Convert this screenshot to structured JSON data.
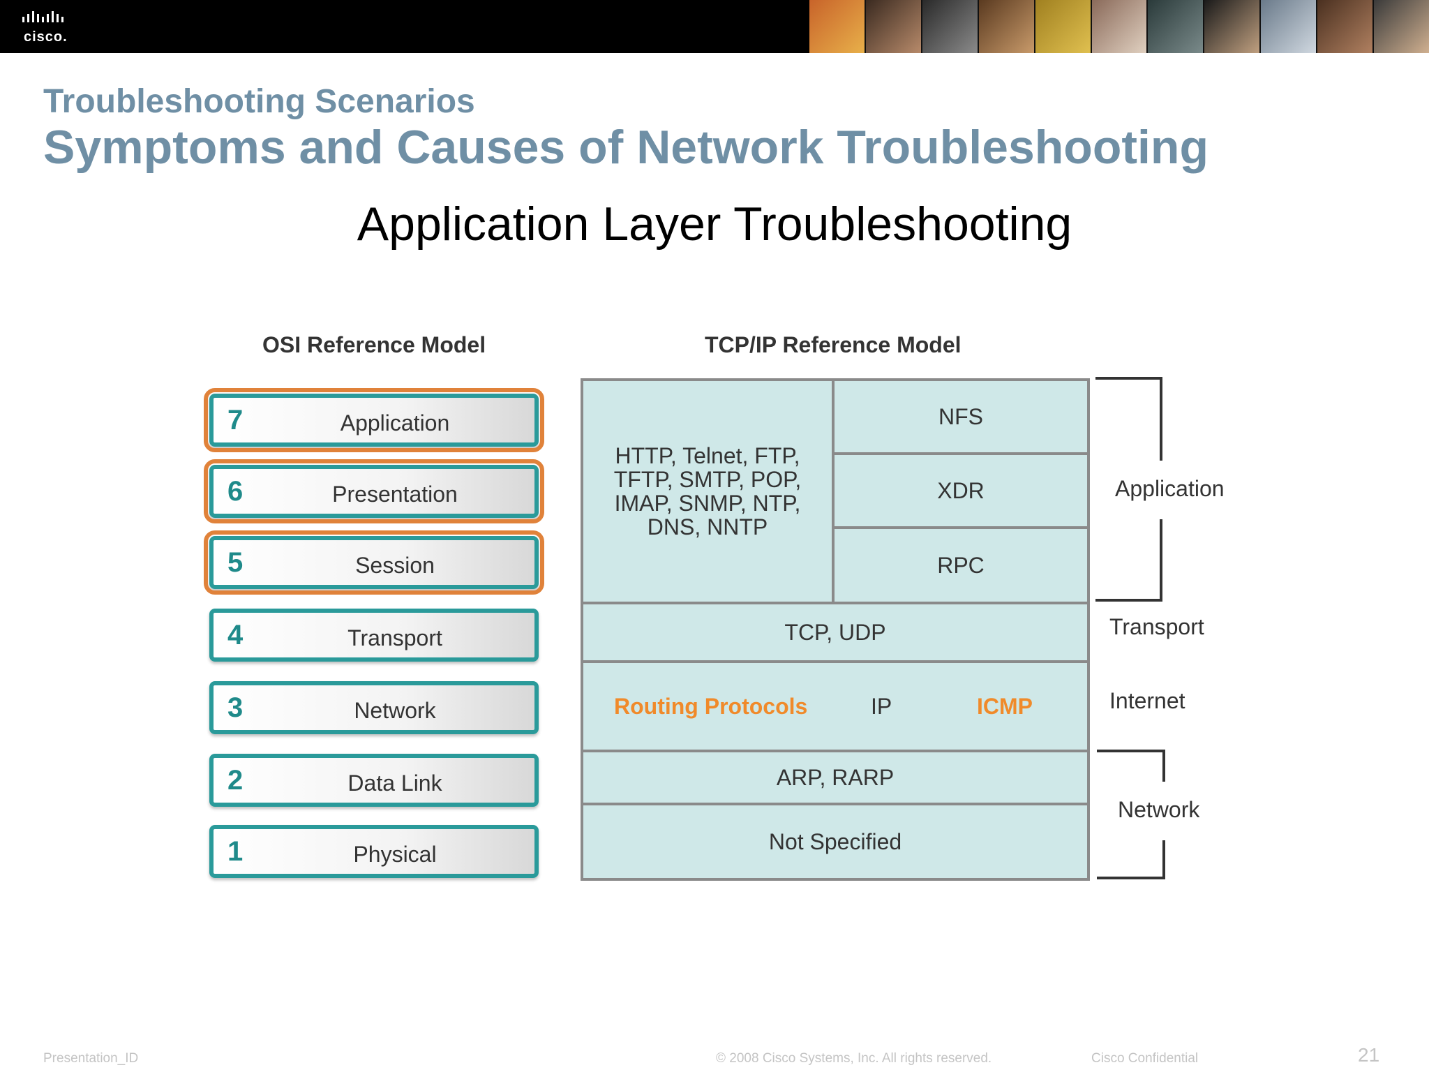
{
  "brand": {
    "logo_text": "cisco."
  },
  "slide": {
    "subtitle": "Troubleshooting Scenarios",
    "title": "Symptoms and Causes of Network Troubleshooting",
    "heading": "Application Layer Troubleshooting"
  },
  "osi": {
    "label": "OSI Reference Model",
    "layers": [
      {
        "num": "7",
        "name": "Application"
      },
      {
        "num": "6",
        "name": "Presentation"
      },
      {
        "num": "5",
        "name": "Session"
      },
      {
        "num": "4",
        "name": "Transport"
      },
      {
        "num": "3",
        "name": "Network"
      },
      {
        "num": "2",
        "name": "Data Link"
      },
      {
        "num": "1",
        "name": "Physical"
      }
    ]
  },
  "tcpip": {
    "label": "TCP/IP Reference Model",
    "app_protocols": [
      "HTTP, Telnet, FTP,",
      "TFTP, SMTP, POP,",
      "IMAP, SNMP, NTP,",
      "DNS, NNTP"
    ],
    "nfs": "NFS",
    "xdr": "XDR",
    "rpc": "RPC",
    "transport": "TCP, UDP",
    "routing": "Routing Protocols",
    "ip": "IP",
    "icmp": "ICMP",
    "arp": "ARP, RARP",
    "not_specified": "Not Specified",
    "brackets": {
      "application": "Application",
      "transport": "Transport",
      "internet": "Internet",
      "network": "Network"
    }
  },
  "footer": {
    "presentation_id": "Presentation_ID",
    "copyright": "© 2008 Cisco Systems, Inc. All rights reserved.",
    "confidential": "Cisco Confidential",
    "page": "21"
  },
  "colors": {
    "title": "#6f8fa5",
    "osi_border": "#2a9a9a",
    "osi_highlight": "#e0823a",
    "tcp_fill": "#cfe8e8",
    "orange_text": "#f08a2a"
  }
}
